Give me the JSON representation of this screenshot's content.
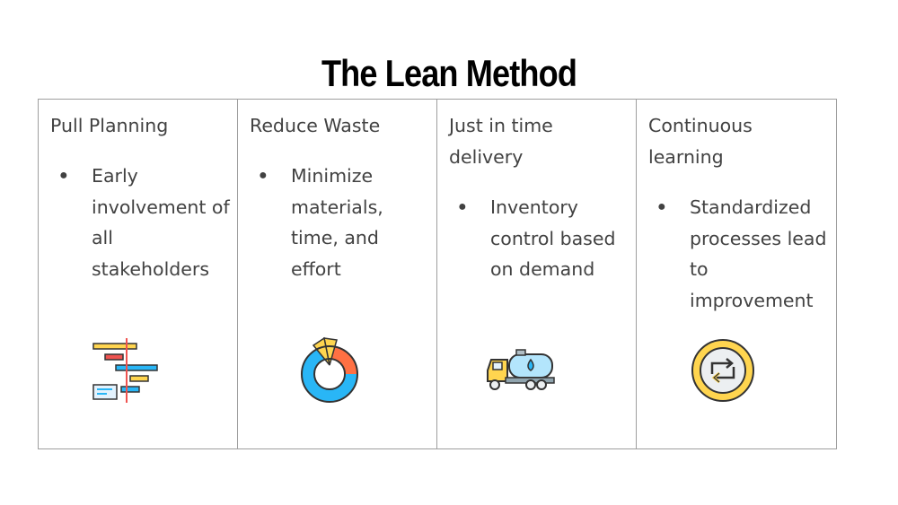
{
  "title": "The Lean Method",
  "columns": [
    {
      "heading": "Pull Planning",
      "bullet": "Early involvement of all stakeholders",
      "icon": "gantt-chart-icon"
    },
    {
      "heading": "Reduce Waste",
      "bullet": "Minimize materials, time, and effort",
      "icon": "donut-chart-icon"
    },
    {
      "heading": "Just in time delivery",
      "bullet": "Inventory control based on demand",
      "icon": "tanker-truck-icon"
    },
    {
      "heading": "Continuous learning",
      "bullet": "Standardized processes lead to improvement",
      "icon": "cycle-arrows-icon"
    }
  ],
  "bullet_glyph": "●",
  "colors": {
    "border": "#9e9e9e",
    "text": "#424242",
    "yellow": "#ffd54f",
    "orange": "#ff7043",
    "blue": "#29b6f6",
    "red": "#ef5350"
  }
}
